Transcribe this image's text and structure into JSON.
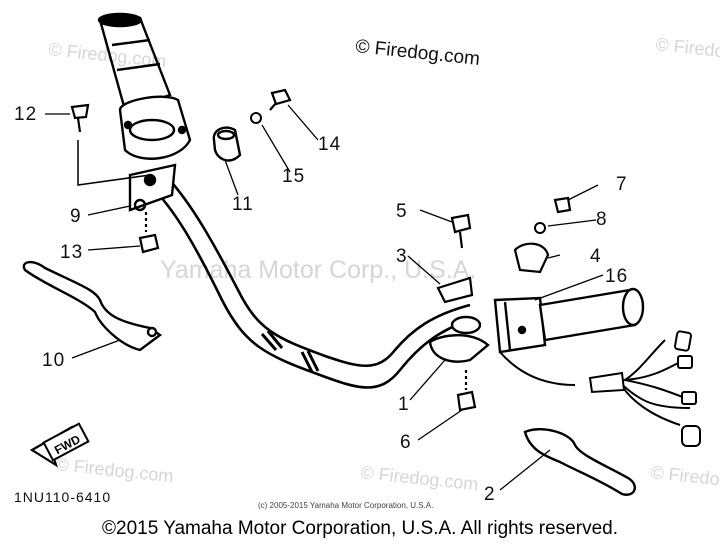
{
  "watermark": {
    "brand": "© Firedog.com",
    "center": "Yamaha Motor Corp., U.S.A."
  },
  "diagram_code": "1NU110-6410",
  "fwd_label": "FWD",
  "small_copyright": "(c) 2005-2015 Yamaha Motor Corporation, U.S.A.",
  "footer_copyright": "©2015 Yamaha Motor Corporation, U.S.A. All rights reserved.",
  "callouts": {
    "c1": "1",
    "c2": "2",
    "c3": "3",
    "c4": "4",
    "c5": "5",
    "c6": "6",
    "c7": "7",
    "c8": "8",
    "c9": "9",
    "c10": "10",
    "c11": "11",
    "c12": "12",
    "c13": "13",
    "c14": "14",
    "c15": "15",
    "c16": "16"
  }
}
